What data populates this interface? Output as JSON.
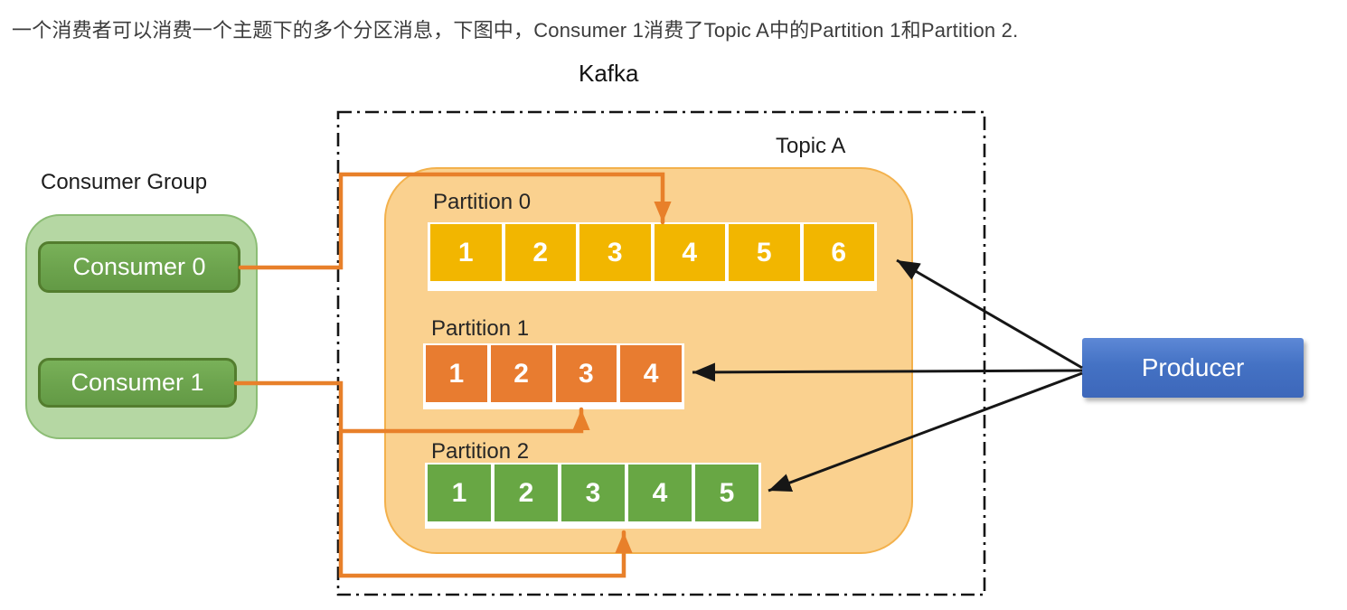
{
  "caption": "一个消费者可以消费一个主题下的多个分区消息，下图中，Consumer 1消费了Topic A中的Partition 1和Partition 2.",
  "diagram": {
    "kafka_label": "Kafka",
    "topic": {
      "label": "Topic A",
      "partitions": [
        {
          "label": "Partition 0",
          "cells": [
            "1",
            "2",
            "3",
            "4",
            "5",
            "6"
          ],
          "cell_color": "#F2B600"
        },
        {
          "label": "Partition 1",
          "cells": [
            "1",
            "2",
            "3",
            "4"
          ],
          "cell_color": "#E87C30"
        },
        {
          "label": "Partition 2",
          "cells": [
            "1",
            "2",
            "3",
            "4",
            "5"
          ],
          "cell_color": "#68A744"
        }
      ]
    },
    "consumer_group": {
      "label": "Consumer Group",
      "consumers": [
        {
          "label": "Consumer 0"
        },
        {
          "label": "Consumer 1"
        }
      ]
    },
    "producer": {
      "label": "Producer"
    },
    "connections": [
      {
        "from": "Consumer 0",
        "to": "Partition 0",
        "style": "orange-arrow"
      },
      {
        "from": "Consumer 1",
        "to": "Partition 1",
        "style": "orange-arrow"
      },
      {
        "from": "Consumer 1",
        "to": "Partition 2",
        "style": "orange-arrow"
      },
      {
        "from": "Producer",
        "to": "Partition 0",
        "style": "black-arrow"
      },
      {
        "from": "Producer",
        "to": "Partition 1",
        "style": "black-arrow"
      },
      {
        "from": "Producer",
        "to": "Partition 2",
        "style": "black-arrow"
      }
    ]
  },
  "colors": {
    "topic_fill": "#FAD18F",
    "topic_border": "#F3B14C",
    "group_fill": "#B5D7A3",
    "group_border": "#8CBD75",
    "consumer_fill": "#6CA34D",
    "consumer_border": "#537D2E",
    "producer_fill": "#4472C4",
    "connector_orange": "#E8802A",
    "connector_black": "#161616"
  }
}
